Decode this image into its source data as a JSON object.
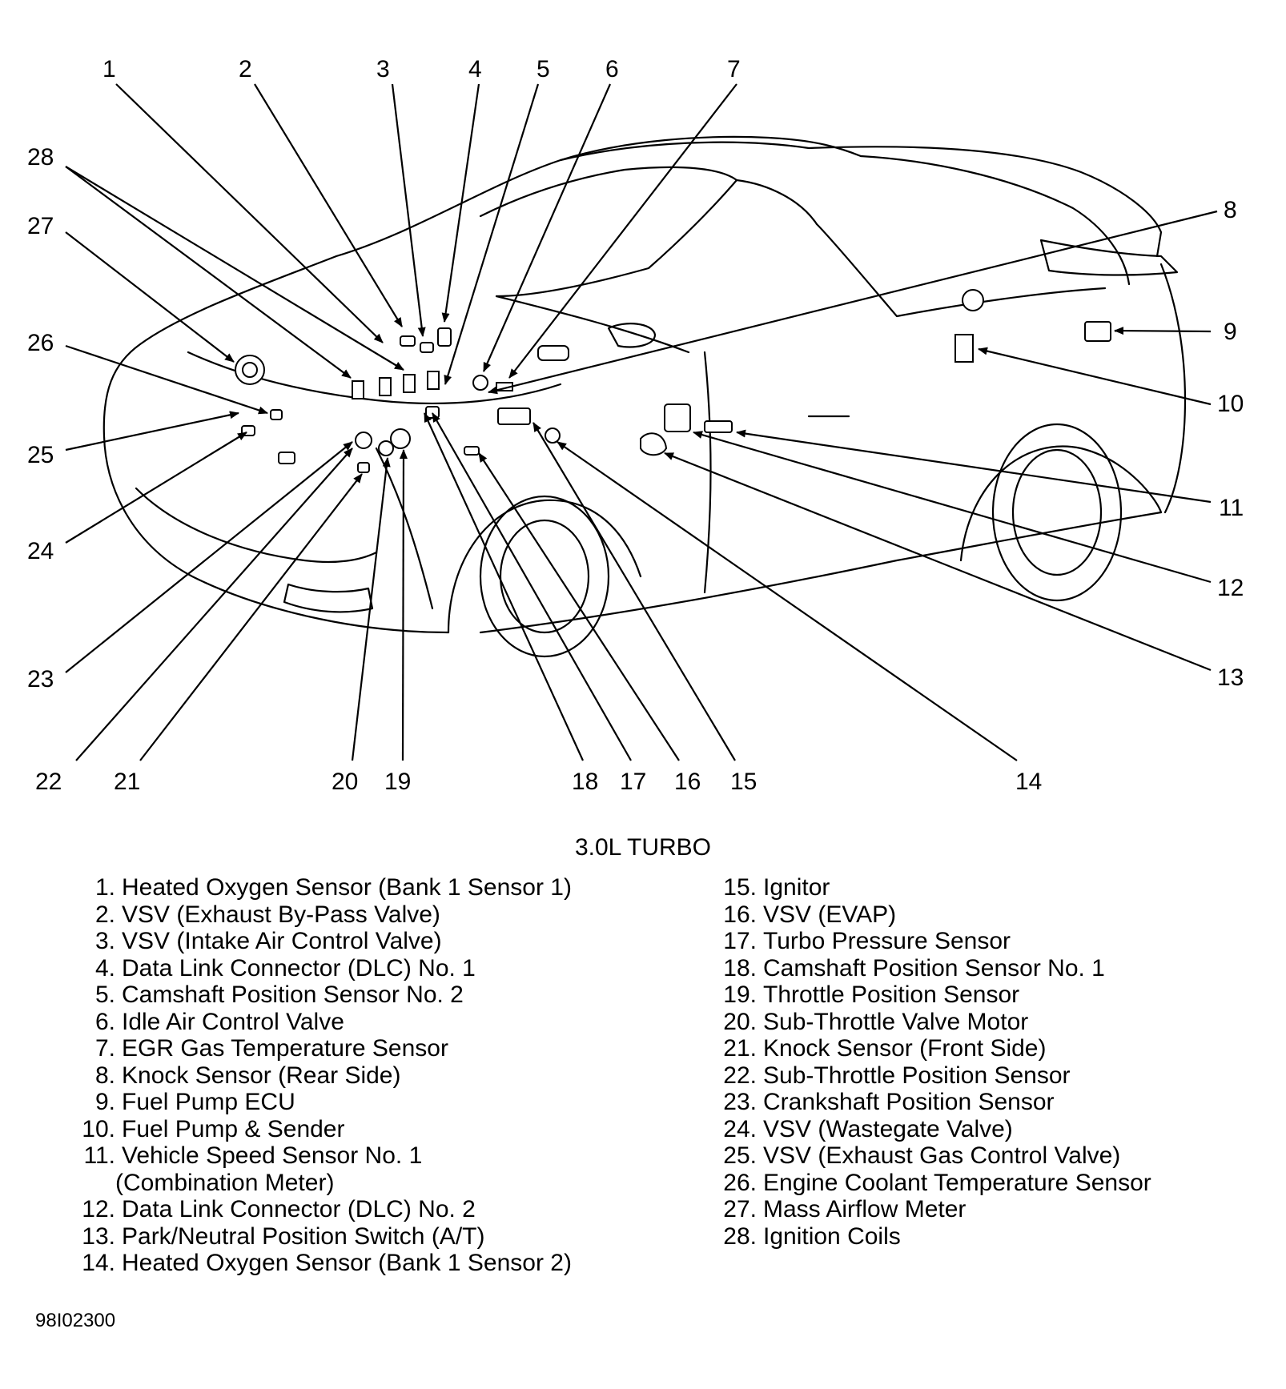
{
  "callouts": [
    {
      "n": "1",
      "label": "Heated Oxygen Sensor (Bank 1 Sensor 1)"
    },
    {
      "n": "2",
      "label": "VSV (Exhaust By-Pass Valve)"
    },
    {
      "n": "3",
      "label": "VSV (Intake Air Control Valve)"
    },
    {
      "n": "4",
      "label": "Data Link Connector (DLC) No. 1"
    },
    {
      "n": "5",
      "label": "Camshaft Position Sensor No. 2"
    },
    {
      "n": "6",
      "label": "Idle Air Control Valve"
    },
    {
      "n": "7",
      "label": "EGR Gas Temperature Sensor"
    },
    {
      "n": "8",
      "label": "Knock Sensor (Rear Side)"
    },
    {
      "n": "9",
      "label": "Fuel Pump ECU"
    },
    {
      "n": "10",
      "label": "Fuel Pump & Sender"
    },
    {
      "n": "11",
      "label": "Vehicle Speed Sensor No. 1",
      "label_line2": "(Combination Meter)"
    },
    {
      "n": "12",
      "label": "Data Link Connector (DLC) No. 2"
    },
    {
      "n": "13",
      "label": "Park/Neutral Position Switch (A/T)"
    },
    {
      "n": "14",
      "label": "Heated Oxygen Sensor (Bank 1 Sensor 2)"
    },
    {
      "n": "15",
      "label": "Ignitor"
    },
    {
      "n": "16",
      "label": "VSV (EVAP)"
    },
    {
      "n": "17",
      "label": "Turbo Pressure Sensor"
    },
    {
      "n": "18",
      "label": "Camshaft Position Sensor No. 1"
    },
    {
      "n": "19",
      "label": "Throttle Position Sensor"
    },
    {
      "n": "20",
      "label": "Sub-Throttle Valve Motor"
    },
    {
      "n": "21",
      "label": "Knock Sensor (Front Side)"
    },
    {
      "n": "22",
      "label": "Sub-Throttle Position Sensor"
    },
    {
      "n": "23",
      "label": "Crankshaft Position Sensor"
    },
    {
      "n": "24",
      "label": "VSV (Wastegate Valve)"
    },
    {
      "n": "25",
      "label": "VSV (Exhaust Gas Control Valve)"
    },
    {
      "n": "26",
      "label": "Engine Coolant Temperature Sensor"
    },
    {
      "n": "27",
      "label": "Mass Airflow Meter"
    },
    {
      "n": "28",
      "label": "Ignition Coils"
    }
  ],
  "subtitle": "3.0L TURBO",
  "figure_code": "98I02300"
}
